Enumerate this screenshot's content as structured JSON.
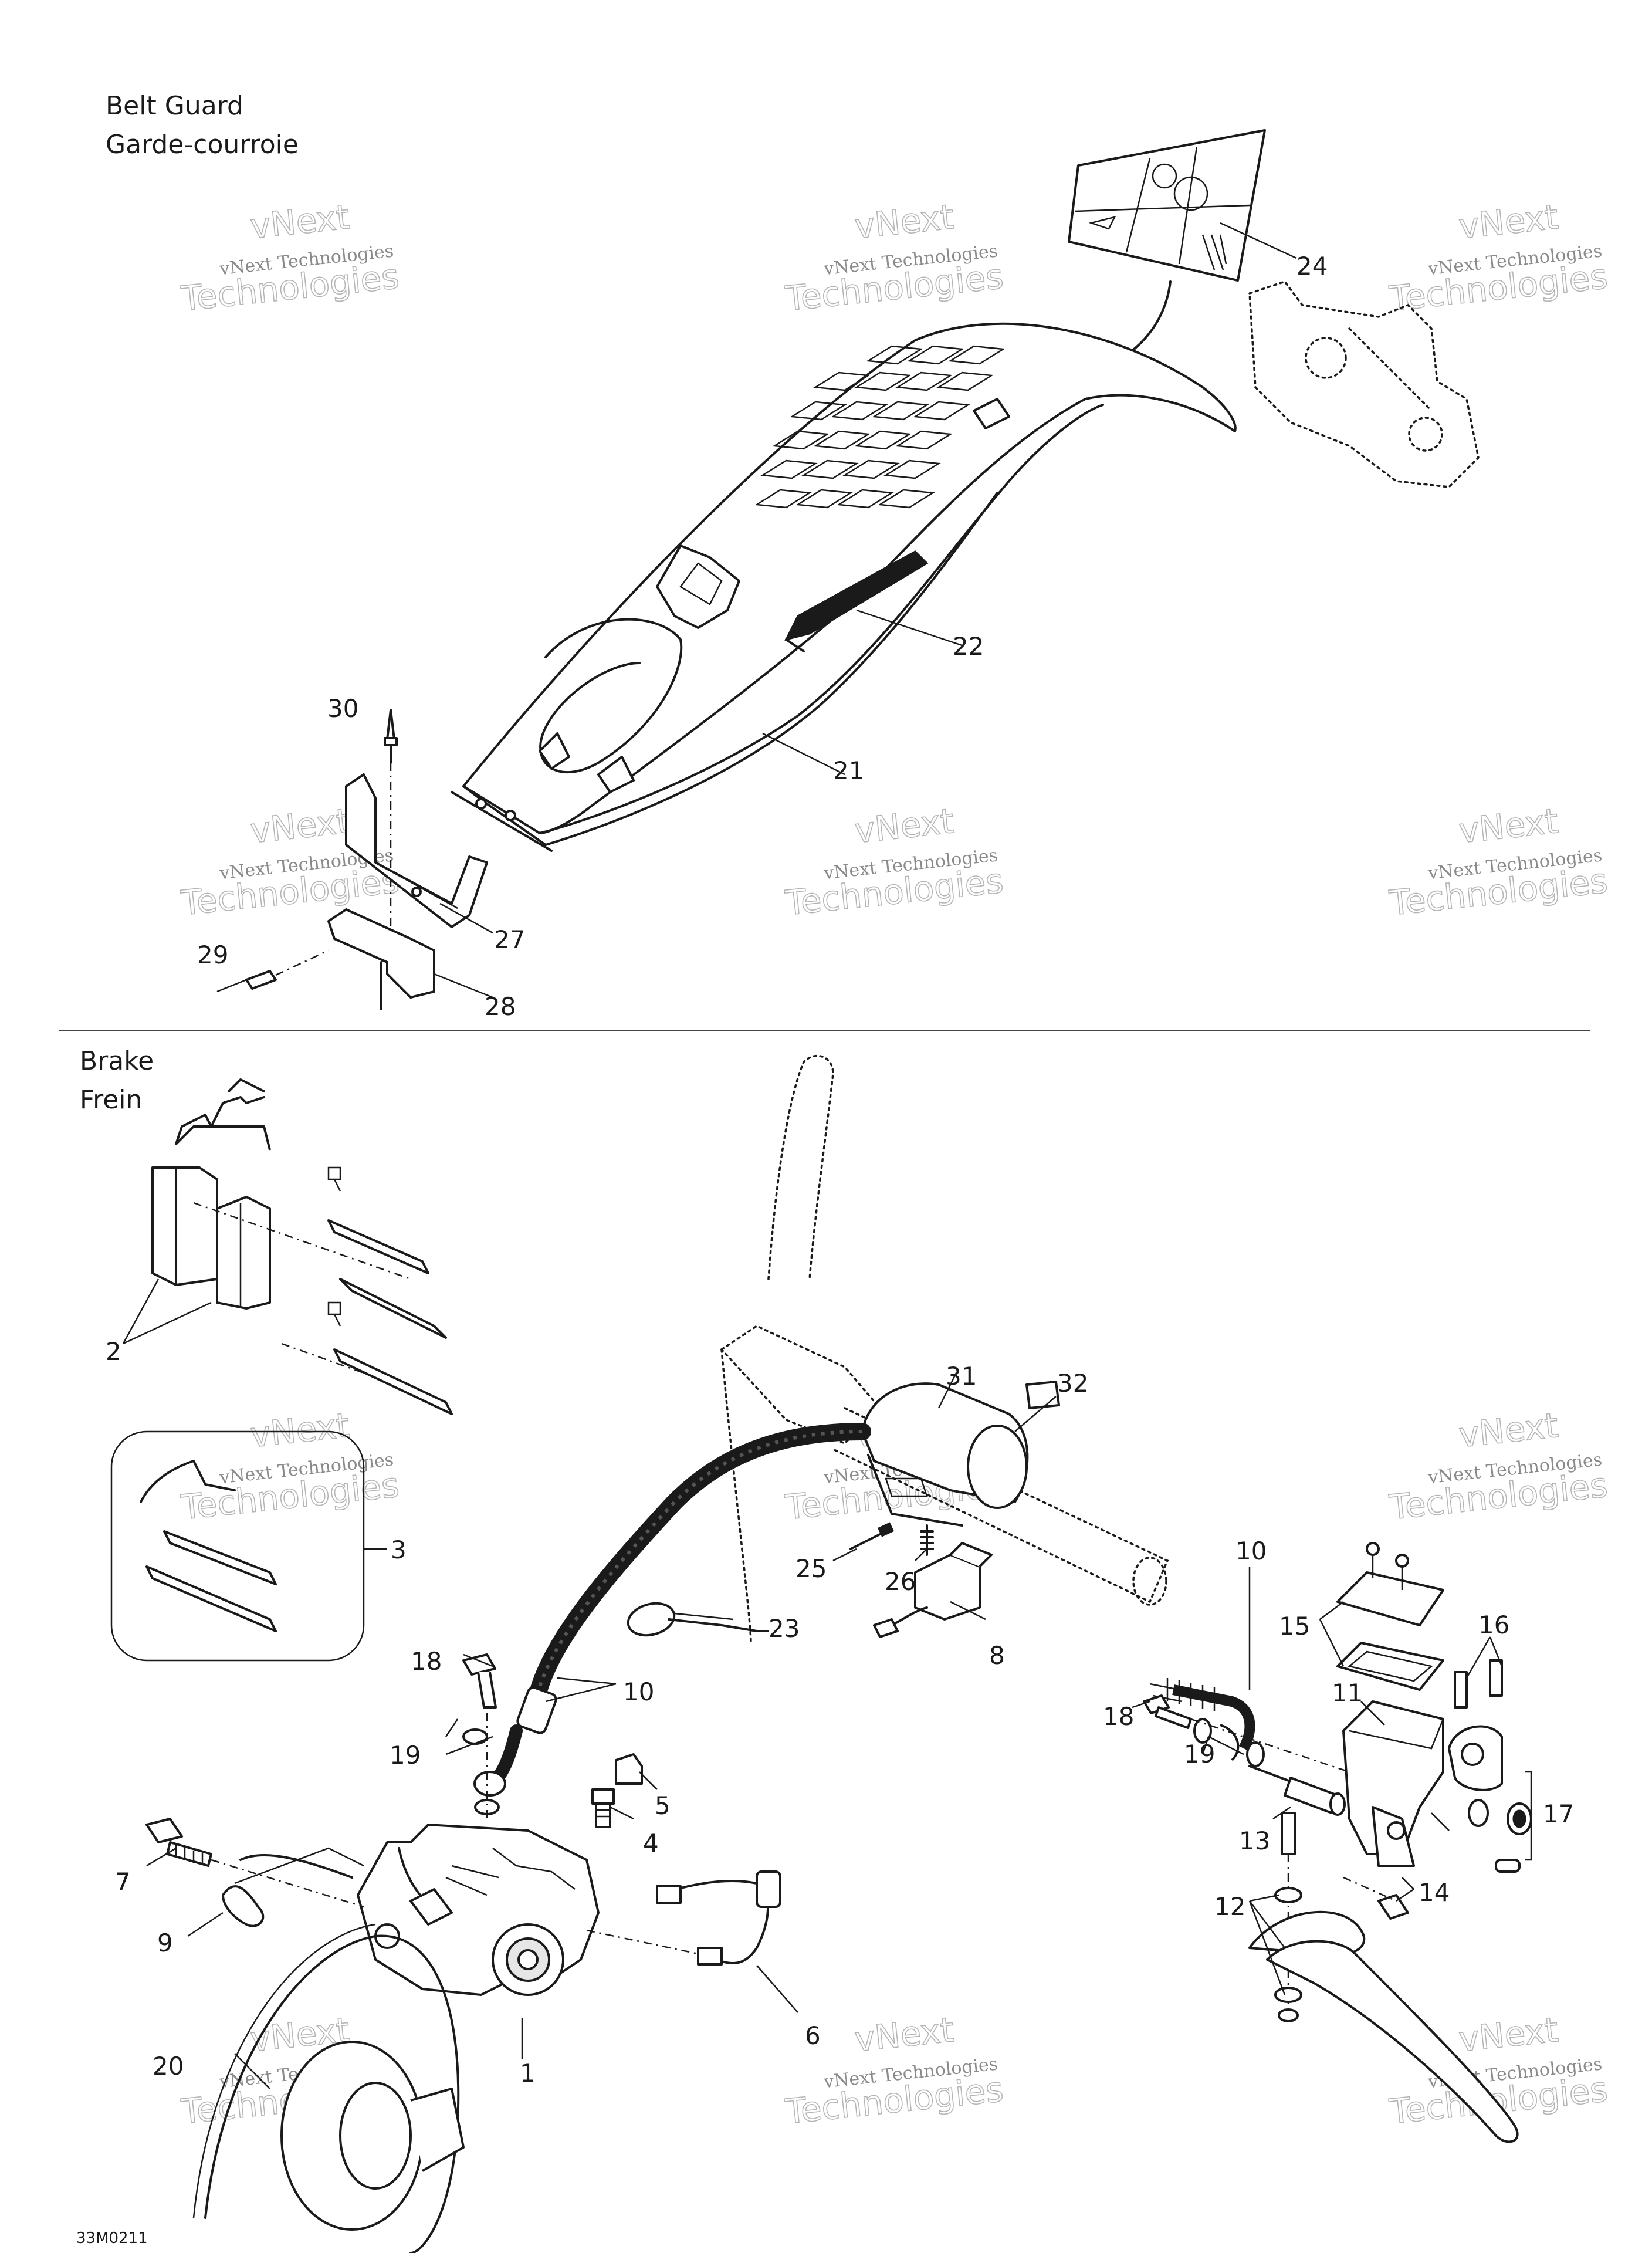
{
  "sections": {
    "belt_guard": {
      "title_en": "Belt Guard",
      "title_fr": "Garde-courroie"
    },
    "brake": {
      "title_en": "Brake",
      "title_fr": "Frein"
    }
  },
  "watermark": {
    "line1": "vNext Technologies",
    "line2": "Technologies",
    "line3": "vNext"
  },
  "callouts": {
    "c1": "1",
    "c2": "2",
    "c3": "3",
    "c4": "4",
    "c5": "5",
    "c6": "6",
    "c7": "7",
    "c8": "8",
    "c9": "9",
    "c10a": "10",
    "c10b": "10",
    "c11": "11",
    "c12": "12",
    "c13": "13",
    "c14": "14",
    "c15": "15",
    "c16": "16",
    "c17": "17",
    "c18a": "18",
    "c18b": "18",
    "c19a": "19",
    "c19b": "19",
    "c20": "20",
    "c21": "21",
    "c22": "22",
    "c23": "23",
    "c24": "24",
    "c25": "25",
    "c26": "26",
    "c27": "27",
    "c28": "28",
    "c29": "29",
    "c30": "30",
    "c31": "31",
    "c32": "32"
  },
  "footer": {
    "code": "33M0211"
  },
  "colors": {
    "ink": "#1a1a1a",
    "watermark": "#8a8a8a",
    "inset_border": "#1a1a1a"
  }
}
